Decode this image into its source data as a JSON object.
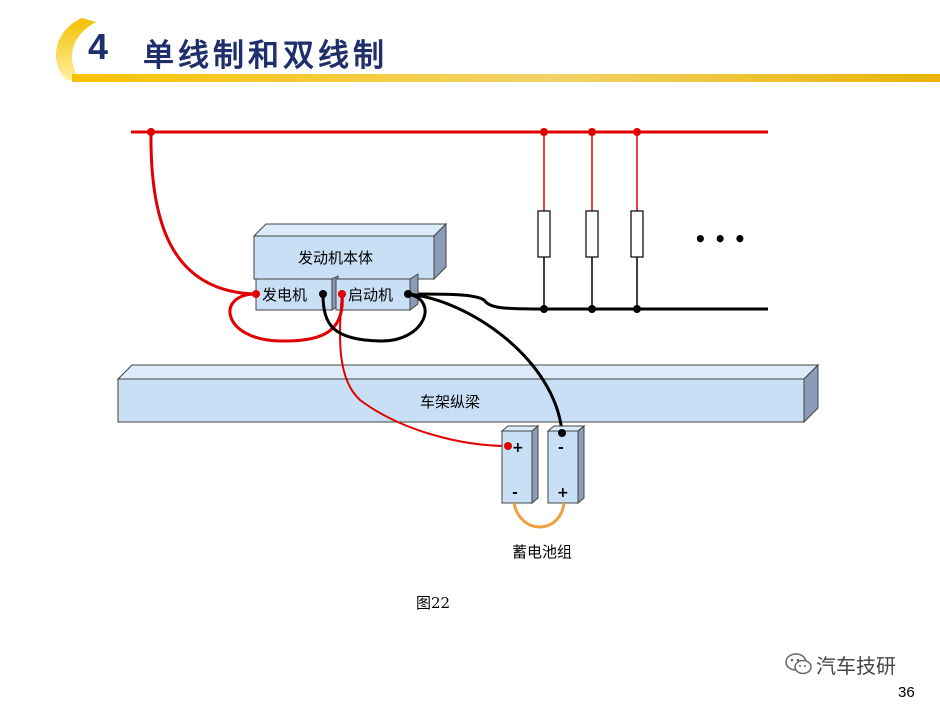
{
  "header": {
    "number": "4",
    "title": "单线制和双线制"
  },
  "diagram": {
    "engine_body": "发动机本体",
    "generator": "发电机",
    "starter": "启动机",
    "frame": "车架纵梁",
    "battery_pack": "蓄电池组",
    "battery1_top": "+",
    "battery1_bottom": "-",
    "battery2_top": "-",
    "battery2_bottom": "+",
    "ellipsis": "• • •",
    "colors": {
      "positive": "#e00000",
      "negative": "#000000",
      "link": "#f0a040",
      "accent": "#e8b400",
      "box_fill": "#c9dff5"
    }
  },
  "caption": "图22",
  "watermark": "汽车技研",
  "page_number": "36"
}
